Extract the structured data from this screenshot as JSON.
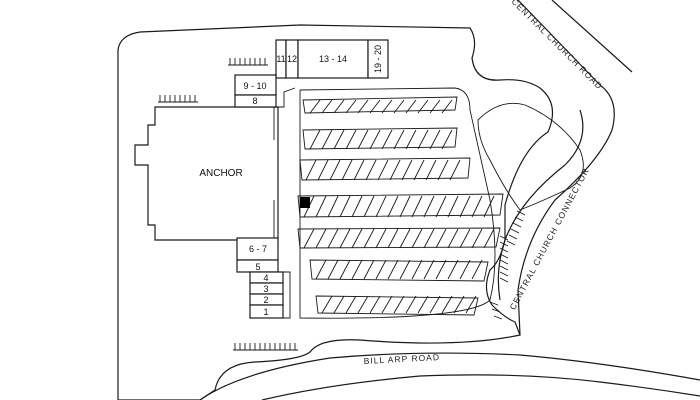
{
  "map": {
    "roads": {
      "central_church_road": "CENTRAL CHURCH ROAD",
      "central_church_connector": "CENTRAL CHURCH CONNECTOR",
      "bill_arp_road": "BILL ARP ROAD"
    },
    "units": {
      "anchor": "ANCHOR",
      "u11": "11",
      "u12": "12",
      "u13_14": "13 - 14",
      "u19_20": "19 - 20",
      "u9_10": "9 - 10",
      "u8": "8",
      "u6_7": "6 - 7",
      "u5": "5",
      "u4": "4",
      "u3": "3",
      "u2": "2",
      "u1": "1"
    },
    "colors": {
      "line": "#1a1a1a",
      "background": "#ffffff",
      "highlight_stall": "#000000"
    }
  }
}
